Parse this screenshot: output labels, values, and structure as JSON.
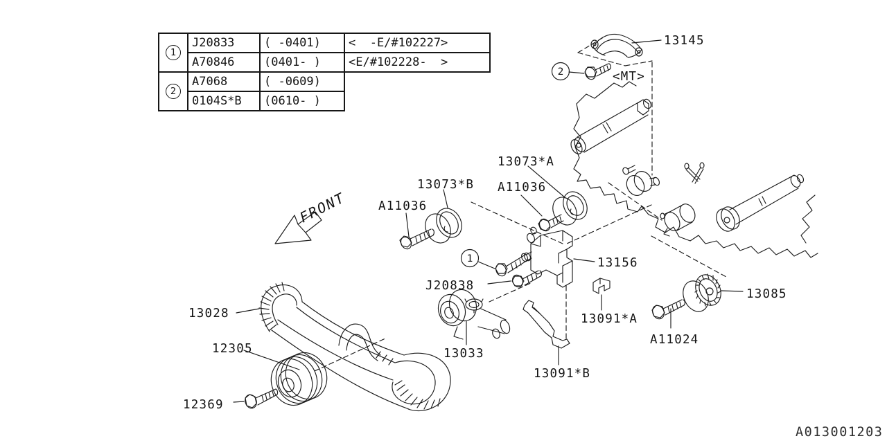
{
  "title_block_table": {
    "groups": [
      {
        "symbol": "1",
        "rows": [
          {
            "part": "J20833",
            "applicability": "( -0401)",
            "range": "<  -E/#102227>"
          },
          {
            "part": "A70846",
            "applicability": "(0401- )",
            "range": "<E/#102228-  >"
          }
        ]
      },
      {
        "symbol": "2",
        "rows": [
          {
            "part": "A7068",
            "applicability": "( -0609)",
            "range": ""
          },
          {
            "part": "0104S*B",
            "applicability": "(0610- )",
            "range": ""
          }
        ]
      }
    ]
  },
  "callouts": {
    "camshaft_support": "13145",
    "mt_note": "<MT>",
    "idler_a": "13073*A",
    "idler_a_bolt": "A11036",
    "idler_b": "13073*B",
    "idler_b_bolt": "A11036",
    "timing_belt": "13028",
    "crank_pulley": "12305",
    "pulley_bolt": "12369",
    "tensioner": "13033",
    "bracket": "13156",
    "tensioner_bolt": "J20838",
    "clip_a": "13091*A",
    "guide_b": "13091*B",
    "sprocket": "13085",
    "sprocket_bolt": "A11024",
    "front_label": "FRONT",
    "ref_1": "1",
    "ref_2": "2",
    "drawing_number": "A013001203"
  }
}
